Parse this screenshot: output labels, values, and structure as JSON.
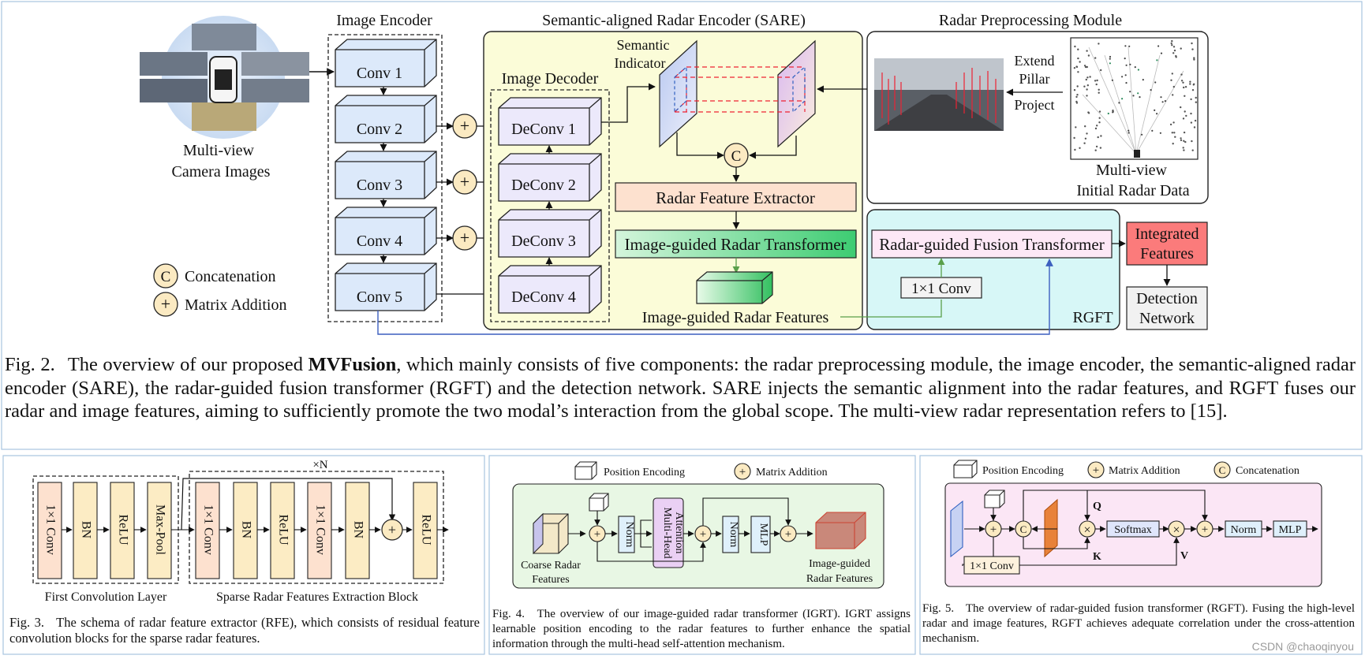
{
  "fig2": {
    "headers": {
      "image_encoder": "Image Encoder",
      "sare": "Semantic-aligned Radar Encoder (SARE)",
      "radar_pre": "Radar Preprocessing Module",
      "image_decoder": "Image Decoder"
    },
    "camera_label_1": "Multi-view",
    "camera_label_2": "Camera Images",
    "convs": [
      "Conv 1",
      "Conv 2",
      "Conv 3",
      "Conv 4",
      "Conv 5"
    ],
    "deconvs": [
      "DeConv 1",
      "DeConv 2",
      "DeConv 3",
      "DeConv 4"
    ],
    "semantic_indicator_1": "Semantic",
    "semantic_indicator_2": "Indicator",
    "concat_symbol": "C",
    "plus_symbol": "+",
    "radar_feature_extractor": "Radar Feature Extractor",
    "igrt": "Image-guided Radar Transformer",
    "igr_features": "Image-guided Radar Features",
    "extend": "Extend",
    "pillar": "Pillar",
    "project": "Project",
    "radar_data_1": "Multi-view",
    "radar_data_2": "Initial Radar Data",
    "rgft_box": "Radar-guided Fusion Transformer",
    "conv1x1": "1×1 Conv",
    "rgft_label": "RGFT",
    "integrated_1": "Integrated",
    "integrated_2": "Features",
    "detection_1": "Detection",
    "detection_2": "Network",
    "legend_concat": "Concatenation",
    "legend_add": "Matrix Addition",
    "caption": {
      "label": "Fig. 2.",
      "before_bold": "The overview of our proposed ",
      "bold": "MVFusion",
      "after_bold": ", which mainly consists of five components: the radar preprocessing module, the image encoder, the semantic-aligned radar encoder (SARE), the radar-guided fusion transformer (RGFT) and the detection network. SARE injects the semantic alignment into the radar features, and RGFT fuses our radar and image features, aiming to sufficiently promote the two modal’s interaction from the global scope. The multi-view radar representation refers to [15]."
    }
  },
  "fig3": {
    "repeat": "×N",
    "blocks": [
      "1×1 Conv",
      "BN",
      "ReLU",
      "Max-Pool",
      "1×1 Conv",
      "BN",
      "ReLU",
      "1×1 Conv",
      "BN",
      "ReLU"
    ],
    "first_layer": "First Convolution Layer",
    "sparse_block": "Sparse Radar Features Extraction Block",
    "caption_label": "Fig. 3.",
    "caption": "The schema of radar feature extractor (RFE), which consists of residual feature convolution blocks for the sparse radar features."
  },
  "fig4": {
    "legend_pos": "Position Encoding",
    "legend_add": "Matrix Addition",
    "coarse_1": "Coarse Radar",
    "coarse_2": "Features",
    "norm": "Norm",
    "mha_1": "Multi-Head",
    "mha_2": "Attention",
    "mlp": "MLP",
    "out_1": "Image-guided",
    "out_2": "Radar Features",
    "caption_label": "Fig. 4.",
    "caption": "The overview of our image-guided radar transformer (IGRT). IGRT assigns learnable position encoding to the radar features to further enhance the spatial information through the multi-head self-attention mechanism."
  },
  "fig5": {
    "legend_pos": "Position Encoding",
    "legend_add": "Matrix Addition",
    "legend_concat": "Concatenation",
    "times": "×",
    "q": "Q",
    "k": "K",
    "v": "V",
    "softmax": "Softmax",
    "norm": "Norm",
    "mlp": "MLP",
    "conv": "1×1 Conv",
    "caption_label": "Fig. 5.",
    "caption": "The overview of radar-guided fusion transformer (RGFT). Fusing the high-level radar and image features, RGFT achieves adequate correlation under the cross-attention mechanism."
  },
  "watermark": "CSDN @chaoqinyou",
  "colors": {
    "conv_fill": "#dce9fa",
    "deconv_fill": "#ece9fb",
    "sare_bg": "#fbfcd8",
    "rgft_bg": "#d7f7f7",
    "rfe_box": "#fde1cf",
    "igrt_box": "#5cd98c",
    "integrated": "#fb7b7b",
    "plus_fill": "#fbeac2",
    "panel_border": "#a8c4e0",
    "fig4_bg": "#e8f7e4",
    "fig5_bg": "#fbe6f5",
    "bn_fill": "#fcecc4"
  }
}
